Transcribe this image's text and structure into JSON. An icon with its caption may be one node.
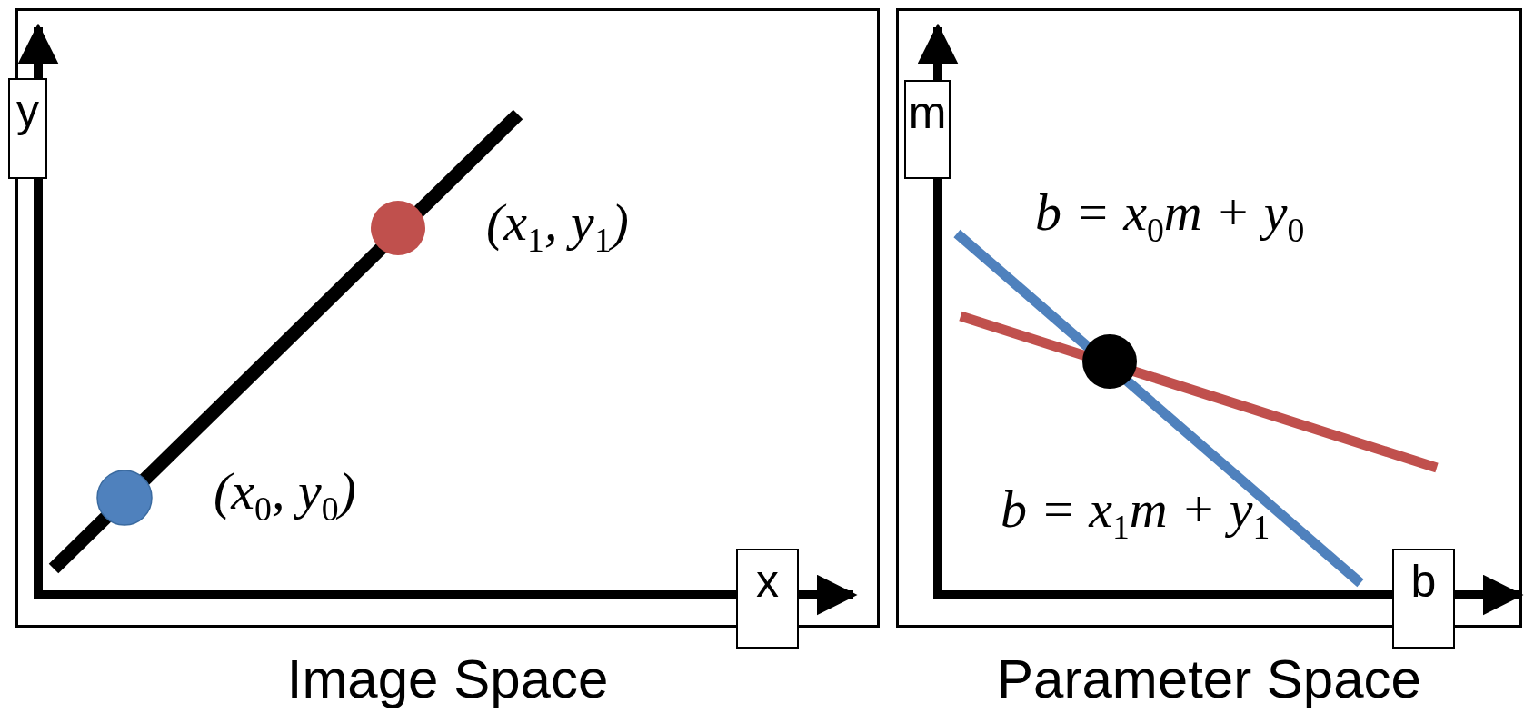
{
  "diagram": {
    "nodes": [
      {
        "text": [
          "Image Space"
        ]
      },
      {
        "text": [
          "y"
        ]
      },
      {
        "text": [
          "x"
        ]
      },
      {
        "text": [
          "Parameter Space"
        ]
      },
      {
        "text": [
          "m"
        ],
        "in": 3
      },
      {
        "text": [
          "b"
        ]
      }
    ],
    "labels": [
      "(x$_{1}$, y$_{1}$)",
      "(x$_{0}$, y$_{0}$)",
      "b = x$_{0}$m + y$_{0}$",
      "b = x$_{1}$m + y$_{1}$"
    ]
  }
}
